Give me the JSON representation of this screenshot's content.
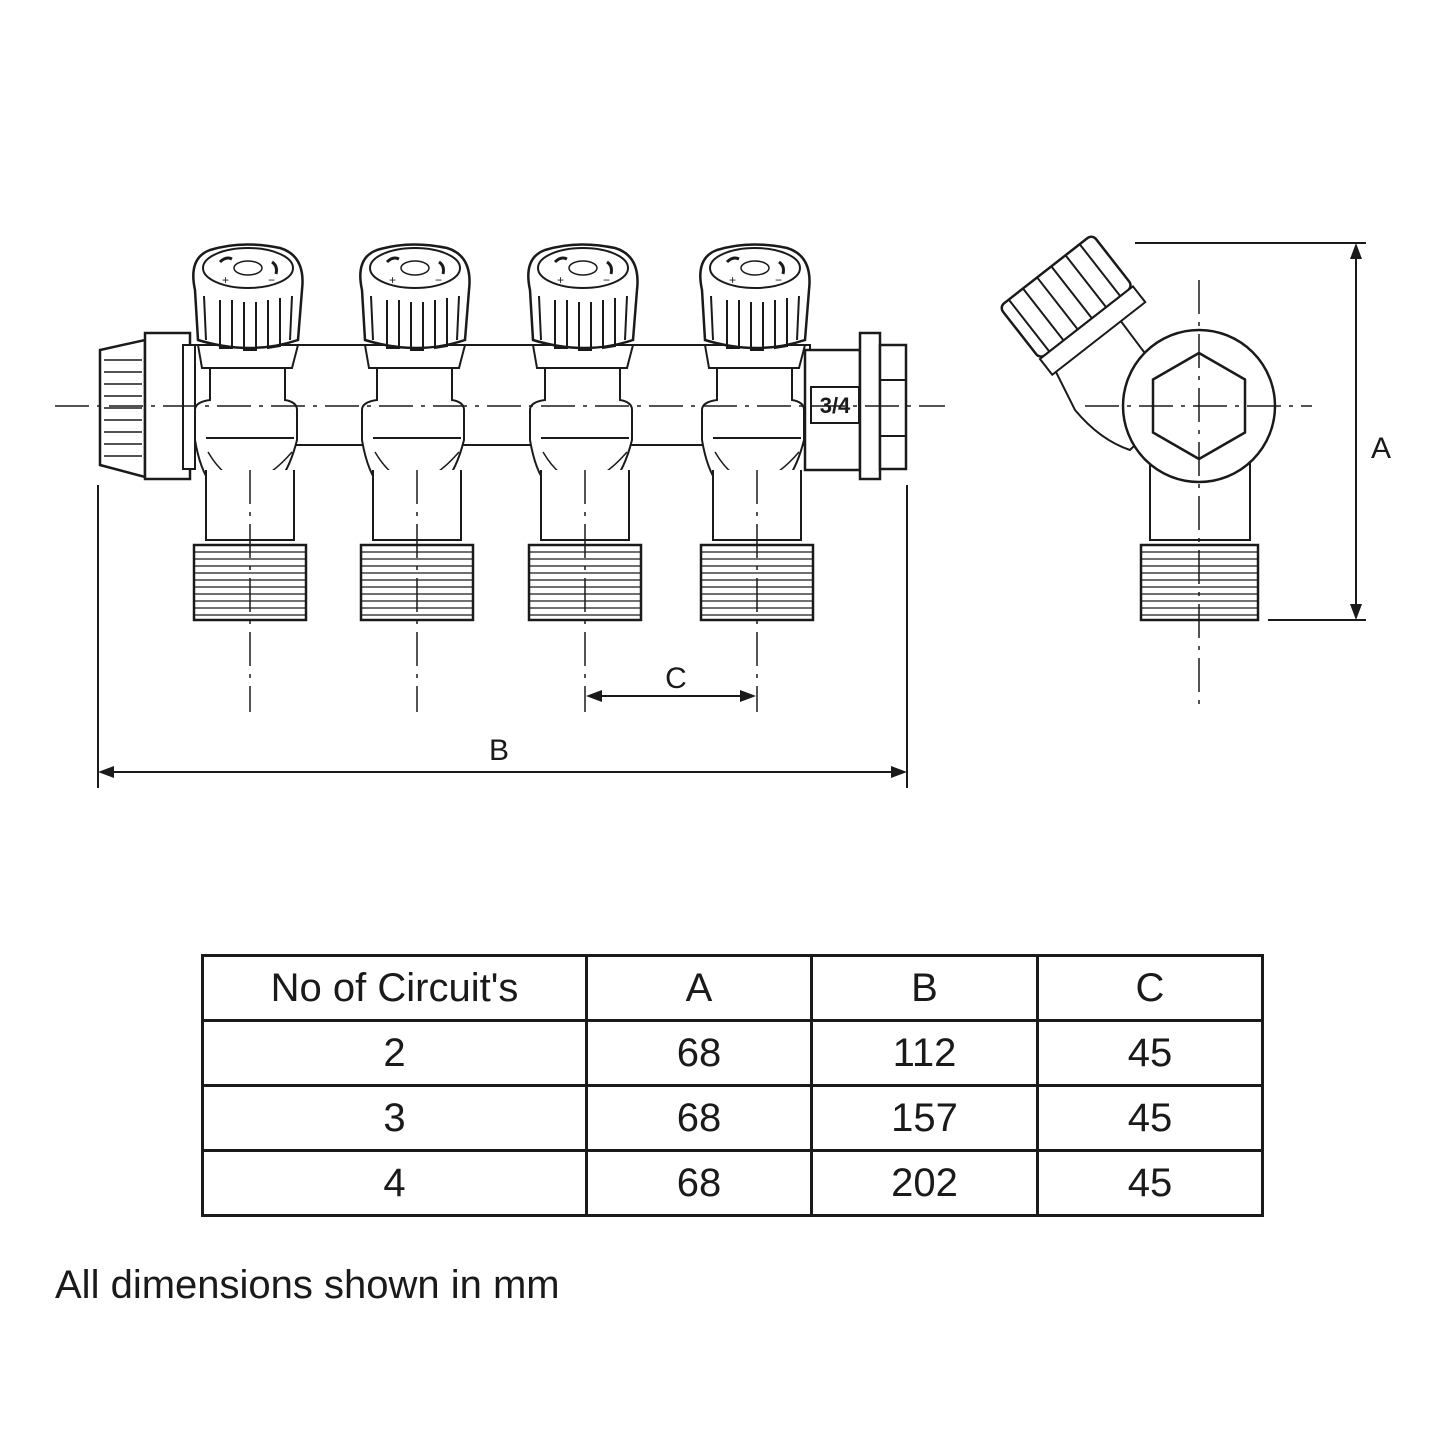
{
  "drawing": {
    "size_marking": "3/4",
    "dimension_labels": {
      "a": "A",
      "b": "B",
      "c": "C"
    }
  },
  "table": {
    "headers": [
      "No of Circuit's",
      "A",
      "B",
      "C"
    ],
    "rows": [
      [
        "2",
        "68",
        "112",
        "45"
      ],
      [
        "3",
        "68",
        "157",
        "45"
      ],
      [
        "4",
        "68",
        "202",
        "45"
      ]
    ]
  },
  "note": "All dimensions shown in mm"
}
